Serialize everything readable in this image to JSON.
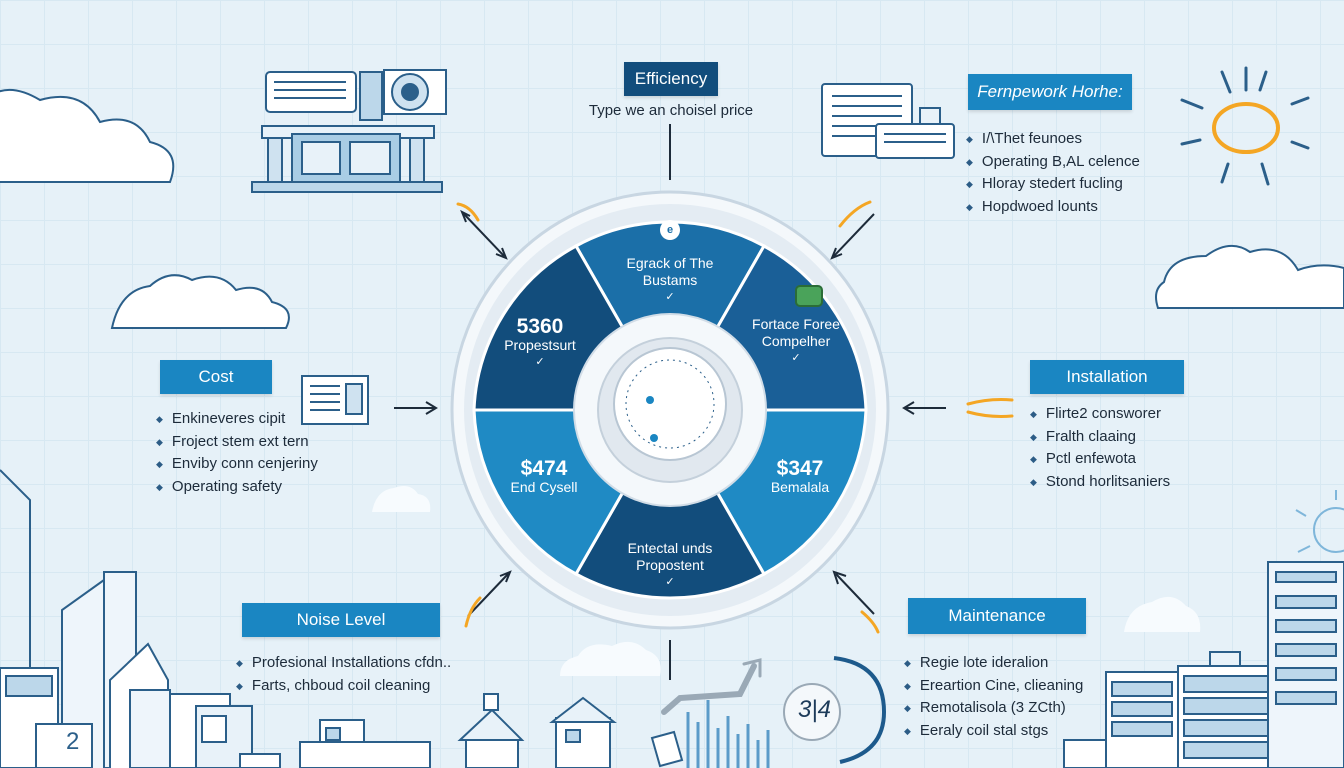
{
  "top": {
    "title": "Efficiency",
    "subtitle": "Type we an choisel price"
  },
  "framework": {
    "title": "Fernpework Horhe:",
    "items": [
      "I/\\Thet feunoes",
      "Operating B,AL celence",
      "Hloray stedert fucling",
      "Hopdwoed lounts"
    ]
  },
  "cost": {
    "title": "Cost",
    "items": [
      "Enkineveres cipit",
      "Froject stem ext tern",
      "Enviby conn cenjeriny",
      "Operating safety"
    ]
  },
  "installation": {
    "title": "Installation",
    "items": [
      "Flirte2 consworer",
      "Fralth claaing",
      "Pctl enfewota",
      "Stond horlitsaniers"
    ]
  },
  "noise": {
    "title": "Noise Level",
    "items": [
      "Profesional Installations cfdn..",
      "Farts, chboud coil cleaning"
    ]
  },
  "maintenance": {
    "title": "Maintenance",
    "items": [
      "Regie lote ideralion",
      "Ereartion Cine, clieaning",
      "Remotalisola (3 ZCth)",
      "Eeraly coil stal stgs"
    ]
  },
  "wheel": {
    "top": {
      "line1": "Egrack of The",
      "line2": "Bustams",
      "icon": "e"
    },
    "upper_left": {
      "amount": "5360",
      "label": "Propestsurt"
    },
    "upper_right": {
      "line1": "Fortace Foree",
      "line2": "Compelher"
    },
    "lower_left": {
      "amount": "$474",
      "label": "End Cysell"
    },
    "lower_right": {
      "amount": "$347",
      "label": "Bemalala"
    },
    "bottom": {
      "line1": "Entectal unds",
      "line2": "Propostent"
    }
  },
  "skyline": {
    "building_number": "2",
    "dial_digits": "3|4"
  },
  "colors": {
    "label_blue": "#1a86c2",
    "wheel_dark": "#124d7c",
    "wheel_mid": "#1b6fa8",
    "wheel_light": "#1f8ac4",
    "sun": "#f4a624",
    "line": "#2b5f8a",
    "background": "#e6f1f8"
  }
}
